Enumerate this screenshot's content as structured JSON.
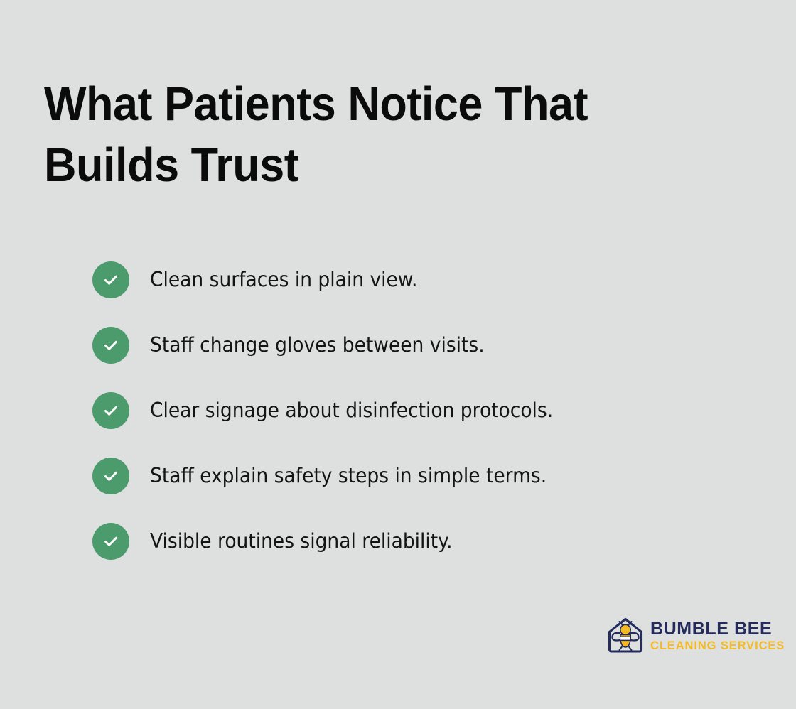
{
  "page": {
    "background_color": "#dee0e0"
  },
  "heading": {
    "text": "What Patients Notice That Builds Trust",
    "color": "#0b0b0b"
  },
  "checklist": {
    "icon_name": "check-icon",
    "badge_color": "#4c9b6c",
    "check_color": "#ffffff",
    "items": [
      {
        "label": "Clean surfaces in plain view."
      },
      {
        "label": "Staff change gloves between visits."
      },
      {
        "label": "Clear signage about disinfection protocols."
      },
      {
        "label": "Staff explain safety steps in simple terms."
      },
      {
        "label": "Visible routines signal reliability."
      }
    ]
  },
  "logo": {
    "mark_name": "house-bee-logo-icon",
    "name": "BUMBLE BEE",
    "tagline": "CLEANING SERVICES",
    "name_color": "#252b5c",
    "tagline_color": "#f5b921",
    "bee_body_color": "#f5b921",
    "outline_color": "#252b5c"
  }
}
